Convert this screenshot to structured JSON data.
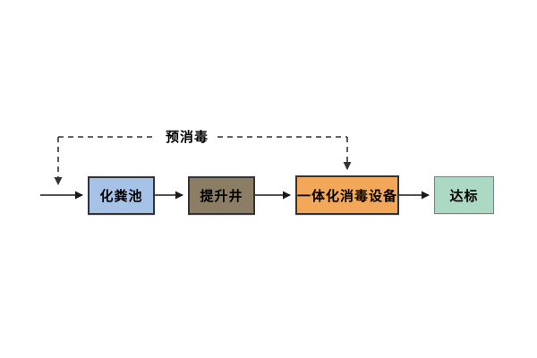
{
  "diagram": {
    "title_hint": "sewage pre-disinfection process flow",
    "background_color": "#ffffff",
    "line_color": "#1a1a1a",
    "dashed_line_color": "#333333",
    "text_color": "#000000",
    "pre_disinfection_label": "预消毒",
    "nodes": [
      {
        "id": "septic-tank",
        "label": "化粪池",
        "fill": "#a7c2e7",
        "border": "#333333"
      },
      {
        "id": "lift-well",
        "label": "提升井",
        "fill": "#8c7e64",
        "border": "#333333"
      },
      {
        "id": "integrated-disinfection",
        "label": "一体化消毒设备",
        "fill": "#f3a759",
        "border": "#333333"
      },
      {
        "id": "compliance",
        "label": "达标",
        "fill": "#abd9c4",
        "border": "#7f7f7f"
      }
    ],
    "edges": [
      {
        "from": "inlet",
        "to": "septic-tank",
        "style": "solid-arrow"
      },
      {
        "from": "septic-tank",
        "to": "lift-well",
        "style": "solid-arrow"
      },
      {
        "from": "lift-well",
        "to": "integrated-disinfection",
        "style": "solid-arrow"
      },
      {
        "from": "integrated-disinfection",
        "to": "compliance",
        "style": "solid-arrow"
      },
      {
        "from": "pre-disinfection",
        "to": "inlet",
        "style": "dashed-arrow"
      },
      {
        "from": "pre-disinfection",
        "to": "integrated-disinfection",
        "style": "dashed-arrow"
      }
    ]
  }
}
